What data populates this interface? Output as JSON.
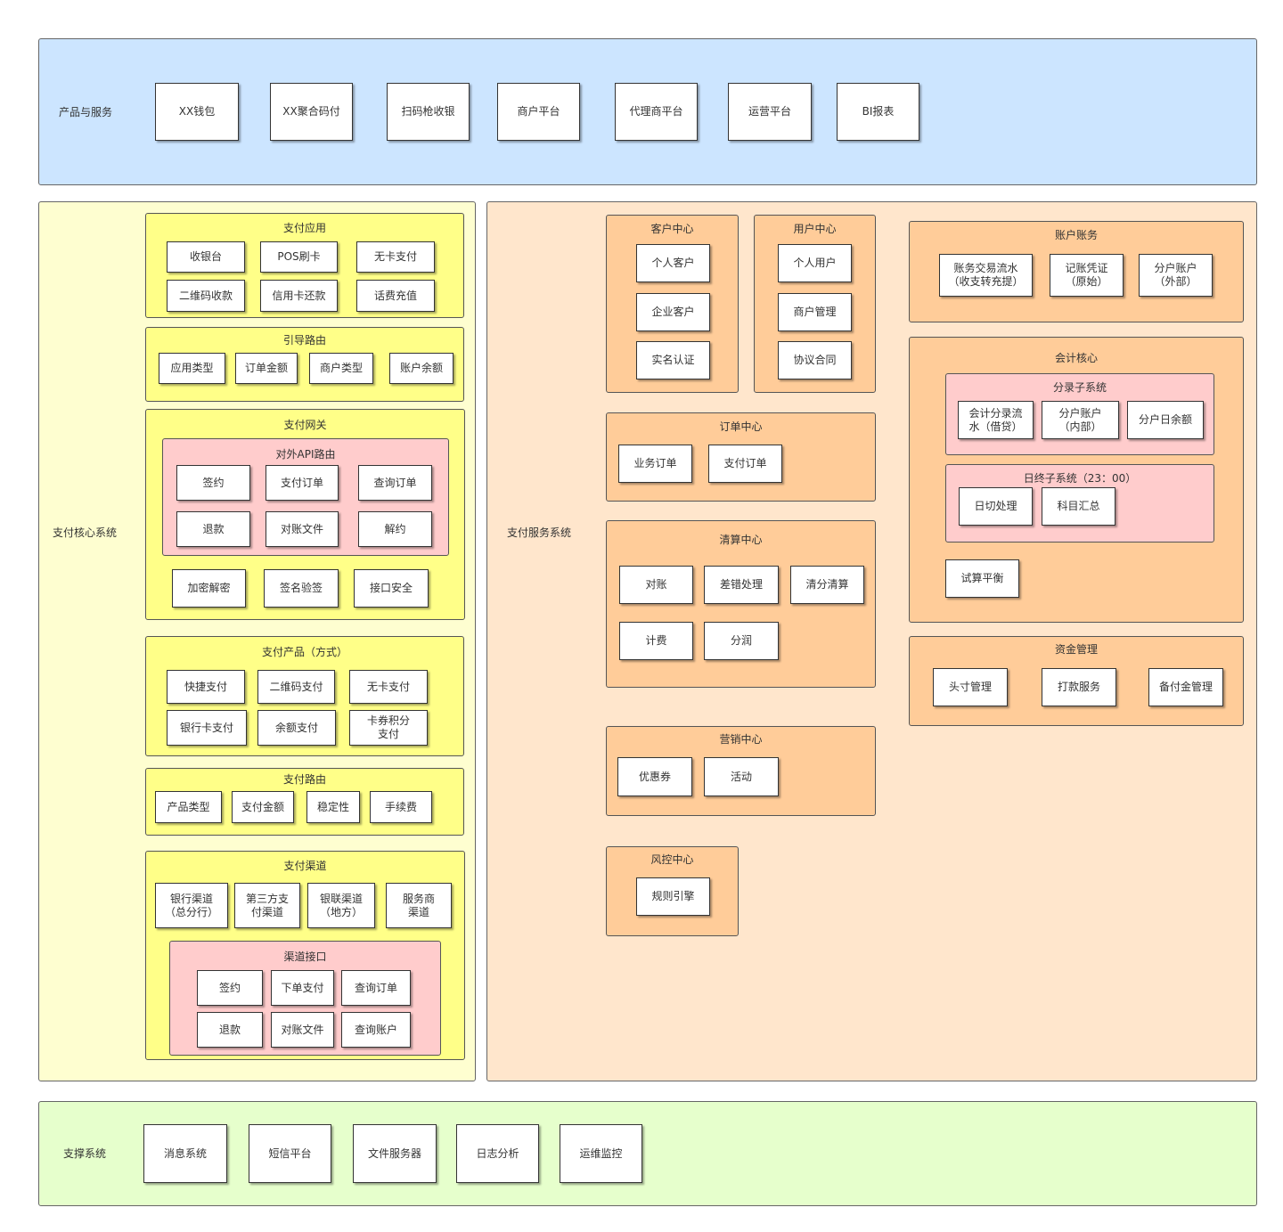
{
  "products": {
    "label": "产品与服务",
    "items": [
      "XX钱包",
      "XX聚合码付",
      "扫码枪收银",
      "商户平台",
      "代理商平台",
      "运营平台",
      "BI报表"
    ]
  },
  "core": {
    "label": "支付核心系统",
    "pay_app": {
      "title": "支付应用",
      "items": [
        "收银台",
        "POS刷卡",
        "无卡支付",
        "二维码收款",
        "信用卡还款",
        "话费充值"
      ]
    },
    "guide_route": {
      "title": "引导路由",
      "items": [
        "应用类型",
        "订单金额",
        "商户类型",
        "账户余额"
      ]
    },
    "gateway": {
      "title": "支付网关",
      "api_route": {
        "title": "对外API路由",
        "items": [
          "签约",
          "支付订单",
          "查询订单",
          "退款",
          "对账文件",
          "解约"
        ]
      },
      "items": [
        "加密解密",
        "签名验签",
        "接口安全"
      ]
    },
    "pay_product": {
      "title": "支付产品（方式）",
      "items": [
        "快捷支付",
        "二维码支付",
        "无卡支付",
        "银行卡支付",
        "余额支付",
        "卡券积分\n支付"
      ]
    },
    "pay_route": {
      "title": "支付路由",
      "items": [
        "产品类型",
        "支付金额",
        "稳定性",
        "手续费"
      ]
    },
    "channel": {
      "title": "支付渠道",
      "items": [
        "银行渠道\n（总分行）",
        "第三方支\n付渠道",
        "银联渠道\n（地方）",
        "服务商\n渠道"
      ],
      "interface": {
        "title": "渠道接口",
        "items": [
          "签约",
          "下单支付",
          "查询订单",
          "退款",
          "对账文件",
          "查询账户"
        ]
      }
    }
  },
  "service": {
    "label": "支付服务系统",
    "customer": {
      "title": "客户中心",
      "items": [
        "个人客户",
        "企业客户",
        "实名认证"
      ]
    },
    "user": {
      "title": "用户中心",
      "items": [
        "个人用户",
        "商户管理",
        "协议合同"
      ]
    },
    "order": {
      "title": "订单中心",
      "items": [
        "业务订单",
        "支付订单"
      ]
    },
    "clearing": {
      "title": "清算中心",
      "items": [
        "对账",
        "差错处理",
        "清分清算",
        "计费",
        "分润"
      ]
    },
    "marketing": {
      "title": "营销中心",
      "items": [
        "优惠券",
        "活动"
      ]
    },
    "risk": {
      "title": "风控中心",
      "items": [
        "规则引擎"
      ]
    },
    "account": {
      "title": "账户账务",
      "items": [
        "账务交易流水\n（收支转充提）",
        "记账凭证\n（原始）",
        "分户账户\n（外部）"
      ]
    },
    "accounting": {
      "title": "会计核心",
      "entry": {
        "title": "分录子系统",
        "items": [
          "会计分录流\n水（借贷）",
          "分户账户\n（内部）",
          "分户日余额"
        ]
      },
      "eod": {
        "title": "日终子系统（23：00）",
        "items": [
          "日切处理",
          "科目汇总"
        ]
      },
      "trial": "试算平衡"
    },
    "funds": {
      "title": "资金管理",
      "items": [
        "头寸管理",
        "打款服务",
        "备付金管理"
      ]
    }
  },
  "support": {
    "label": "支撑系统",
    "items": [
      "消息系统",
      "短信平台",
      "文件服务器",
      "日志分析",
      "运维监控"
    ]
  }
}
